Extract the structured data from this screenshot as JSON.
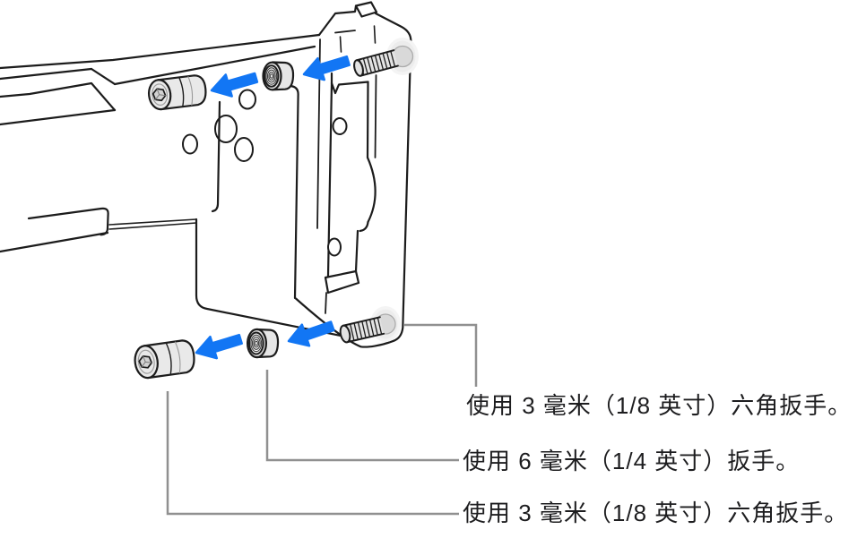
{
  "figure": {
    "kind": "rack-rail-mounting-illustration",
    "callouts": [
      {
        "text": "使用 3 毫米（1/8 英寸）六角扳手。",
        "target": "lower-mounting-screw"
      },
      {
        "text": "使用 6 毫米（1/4 英寸）扳手。",
        "target": "lower-standoff-nut"
      },
      {
        "text": "使用 3 毫米（1/8 英寸）六角扳手。",
        "target": "lower-cap-screw"
      }
    ],
    "arrows": {
      "count": 4,
      "direction": "left"
    },
    "colors": {
      "arrow_blue": "#1276f4",
      "callout_line_gray": "#909090",
      "outline_black": "#1c1c1c",
      "part_fill_gray": "#e9e9e9",
      "background": "#ffffff",
      "text": "#1d1d1f"
    }
  }
}
